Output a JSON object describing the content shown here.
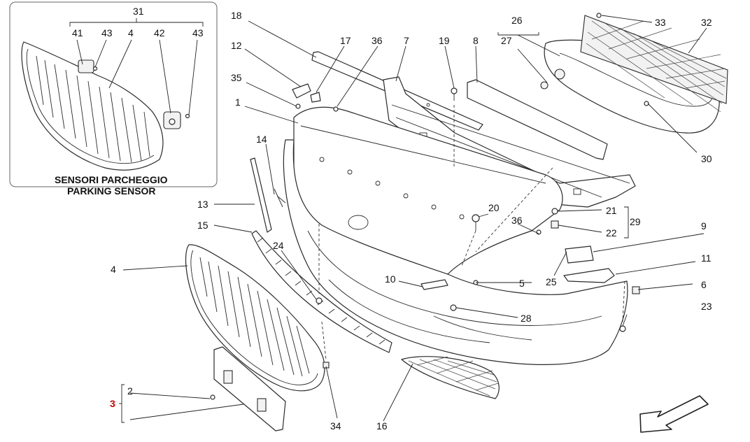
{
  "inset": {
    "caption_it": "SENSORI PARCHEGGIO",
    "caption_en": "PARKING SENSOR",
    "group_label": "31",
    "labels": [
      "41",
      "43",
      "4",
      "42",
      "43"
    ]
  },
  "callouts": {
    "c1": "1",
    "c2": "2",
    "c3": "3",
    "c4": "4",
    "c5": "5",
    "c6": "6",
    "c7": "7",
    "c8": "8",
    "c9": "9",
    "c10": "10",
    "c11": "11",
    "c12": "12",
    "c13": "13",
    "c14": "14",
    "c15": "15",
    "c16": "16",
    "c17": "17",
    "c18": "18",
    "c19": "19",
    "c20": "20",
    "c21": "21",
    "c22": "22",
    "c23": "23",
    "c24": "24",
    "c25": "25",
    "c26": "26",
    "c27": "27",
    "c28": "28",
    "c29": "29",
    "c30": "30",
    "c32": "32",
    "c33": "33",
    "c34": "34",
    "c35": "35",
    "c36a": "36",
    "c36b": "36"
  },
  "colors": {
    "line": "#2a2a2a",
    "highlight_label": "#cc0000"
  },
  "icons": {
    "direction_arrow": "front-direction-arrow-icon"
  }
}
